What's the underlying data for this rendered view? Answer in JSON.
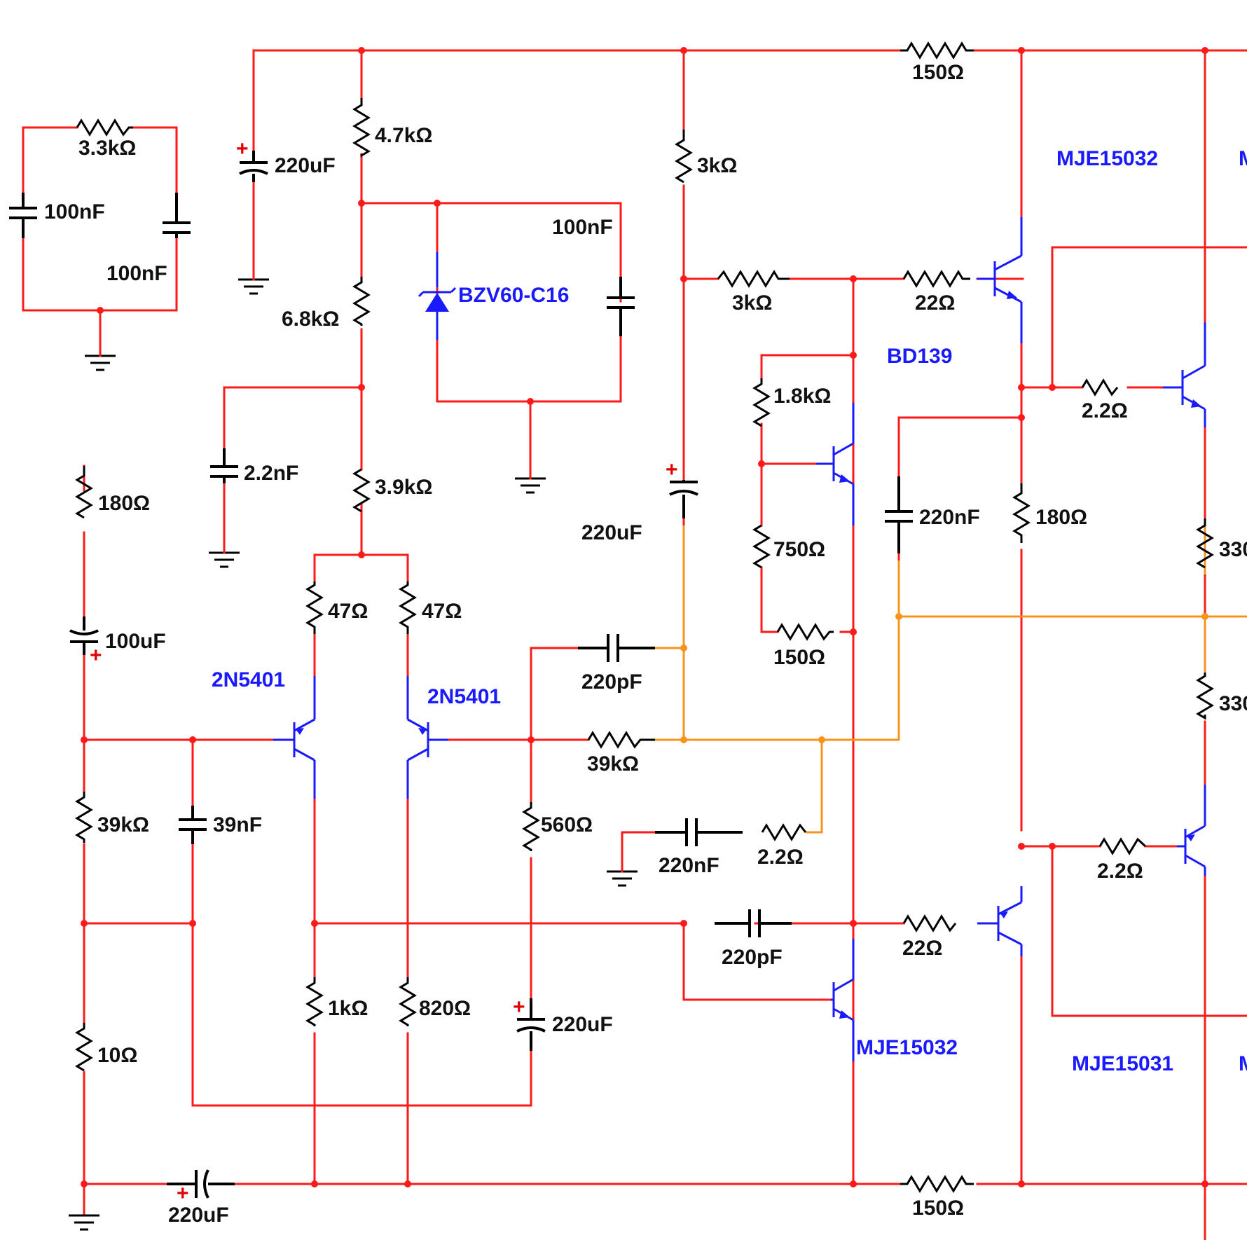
{
  "components": {
    "resistors": [
      {
        "id": "r-150-top",
        "value": "150Ω"
      },
      {
        "id": "r-3k3",
        "value": "3.3kΩ"
      },
      {
        "id": "r-4k7",
        "value": "4.7kΩ"
      },
      {
        "id": "r-3k-top",
        "value": "3kΩ"
      },
      {
        "id": "r-6k8",
        "value": "6.8kΩ"
      },
      {
        "id": "r-3k-mid",
        "value": "3kΩ"
      },
      {
        "id": "r-22-top",
        "value": "22Ω"
      },
      {
        "id": "r-1k8",
        "value": "1.8kΩ"
      },
      {
        "id": "r-2r2-top",
        "value": "2.2Ω"
      },
      {
        "id": "r-3k9",
        "value": "3.9kΩ"
      },
      {
        "id": "r-180-left",
        "value": "180Ω"
      },
      {
        "id": "r-180-right",
        "value": "180Ω"
      },
      {
        "id": "r-750",
        "value": "750Ω"
      },
      {
        "id": "r-330-a",
        "value": "330"
      },
      {
        "id": "r-47-left",
        "value": "47Ω"
      },
      {
        "id": "r-47-right",
        "value": "47Ω"
      },
      {
        "id": "r-150-mid",
        "value": "150Ω"
      },
      {
        "id": "r-330-b",
        "value": "330"
      },
      {
        "id": "r-39k-fb",
        "value": "39kΩ"
      },
      {
        "id": "r-39k-left",
        "value": "39kΩ"
      },
      {
        "id": "r-560",
        "value": "560Ω"
      },
      {
        "id": "r-2r2-zobel",
        "value": "2.2Ω"
      },
      {
        "id": "r-2r2-bot",
        "value": "2.2Ω"
      },
      {
        "id": "r-22-bot",
        "value": "22Ω"
      },
      {
        "id": "r-1k",
        "value": "1kΩ"
      },
      {
        "id": "r-820",
        "value": "820Ω"
      },
      {
        "id": "r-10",
        "value": "10Ω"
      },
      {
        "id": "r-150-bot",
        "value": "150Ω"
      }
    ],
    "capacitors": [
      {
        "id": "c-220u-top",
        "value": "220uF",
        "polarized": true
      },
      {
        "id": "c-100n-left",
        "value": "100nF"
      },
      {
        "id": "c-100n-right",
        "value": "100nF"
      },
      {
        "id": "c-100n-zener",
        "value": "100nF"
      },
      {
        "id": "c-2n2",
        "value": "2.2nF"
      },
      {
        "id": "c-220u-mid",
        "value": "220uF",
        "polarized": true
      },
      {
        "id": "c-220n-mid",
        "value": "220nF"
      },
      {
        "id": "c-100u",
        "value": "100uF",
        "polarized": true
      },
      {
        "id": "c-220p-top",
        "value": "220pF"
      },
      {
        "id": "c-39n",
        "value": "39nF"
      },
      {
        "id": "c-220n-zobel",
        "value": "220nF"
      },
      {
        "id": "c-220p-bot",
        "value": "220pF"
      },
      {
        "id": "c-220u-bot",
        "value": "220uF",
        "polarized": true
      },
      {
        "id": "c-220u-input",
        "value": "220uF",
        "polarized": true
      }
    ],
    "semiconductors": [
      {
        "id": "d-zener",
        "part": "BZV60-C16"
      },
      {
        "id": "q-mje15032-top",
        "part": "MJE15032"
      },
      {
        "id": "q-right-cut-top",
        "part": "M"
      },
      {
        "id": "q-bd139",
        "part": "BD139"
      },
      {
        "id": "q-2n5401-left",
        "part": "2N5401"
      },
      {
        "id": "q-2n5401-right",
        "part": "2N5401"
      },
      {
        "id": "q-mje15032-bot",
        "part": "MJE15032"
      },
      {
        "id": "q-mje15031",
        "part": "MJE15031"
      },
      {
        "id": "q-right-cut-bot",
        "part": "M"
      }
    ]
  },
  "polarity_mark": "+",
  "colors": {
    "wire": "#ff1a1a",
    "signal_wire": "#f7941d",
    "transistor": "#1a1aff",
    "component": "#000000",
    "background": "#ffffff"
  }
}
